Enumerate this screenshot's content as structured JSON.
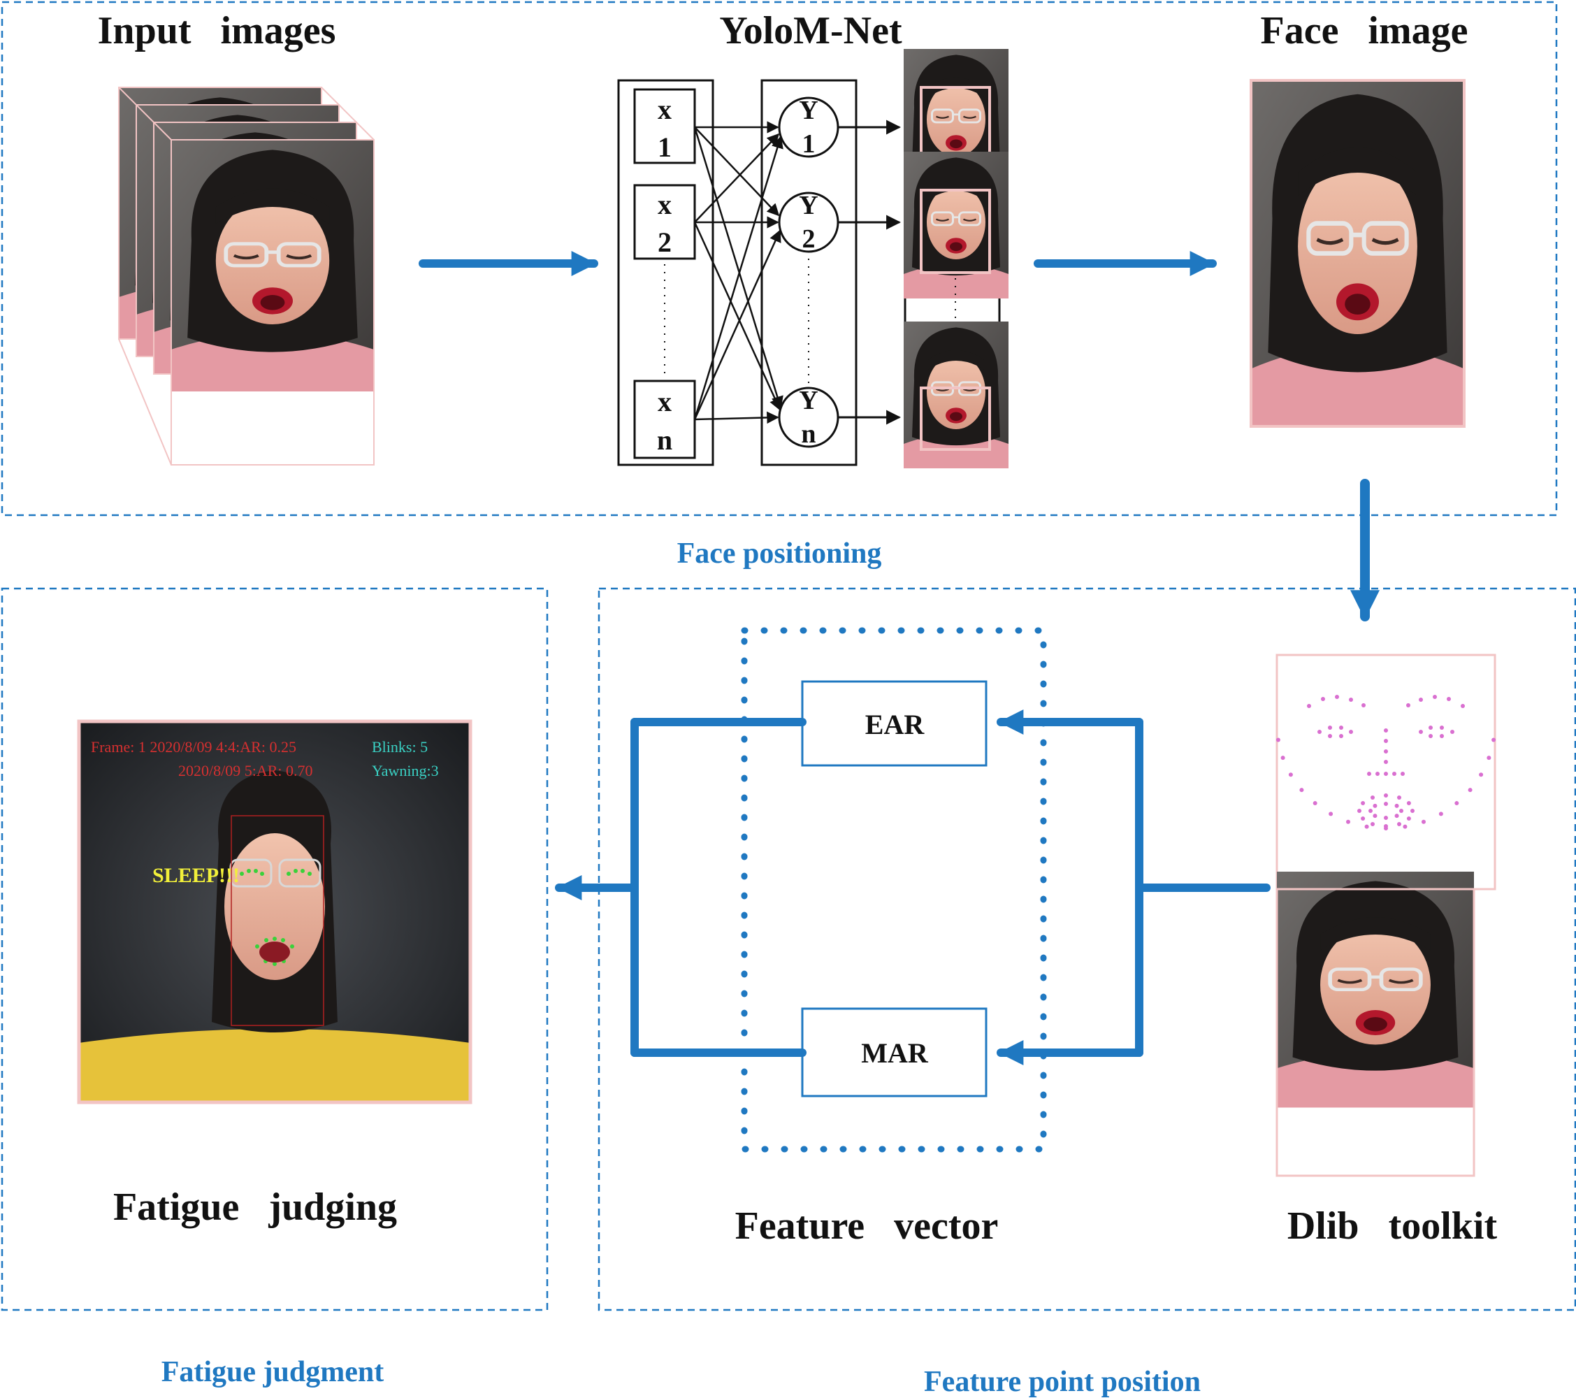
{
  "sections": {
    "face_positioning": "Face positioning",
    "fatigue_judgment": "Fatigue judgment",
    "feature_point_position": "Feature point position"
  },
  "titles": {
    "input_images": "Input   images",
    "yolom_net": "YoloM-Net",
    "face_image": "Face   image",
    "fatigue_judging": "Fatigue   judging",
    "feature_vector": "Feature   vector",
    "dlib_toolkit": "Dlib   toolkit"
  },
  "network": {
    "inputs": [
      {
        "top": "x",
        "bottom": "1"
      },
      {
        "top": "x",
        "bottom": "2"
      },
      {
        "top": "x",
        "bottom": "n"
      }
    ],
    "outputs": [
      {
        "top": "Y",
        "bottom": "1"
      },
      {
        "top": "Y",
        "bottom": "2"
      },
      {
        "top": "Y",
        "bottom": "n"
      }
    ]
  },
  "features": {
    "ear": "EAR",
    "mar": "MAR"
  },
  "hud": {
    "line1_red": "Frame: 1   2020/8/09 4:4:AR: 0.25",
    "line2_red": "2020/8/09 5:AR: 0.70",
    "blinks": "Blinks: 5",
    "yawning": "Yawning:3",
    "alert": "SLEEP!!!"
  },
  "colors": {
    "accent_blue": "#1f78c1",
    "frame_pink": "#f2c4c4",
    "landmark_pink": "#d96fd0",
    "landmark_green": "#3ad13a"
  }
}
